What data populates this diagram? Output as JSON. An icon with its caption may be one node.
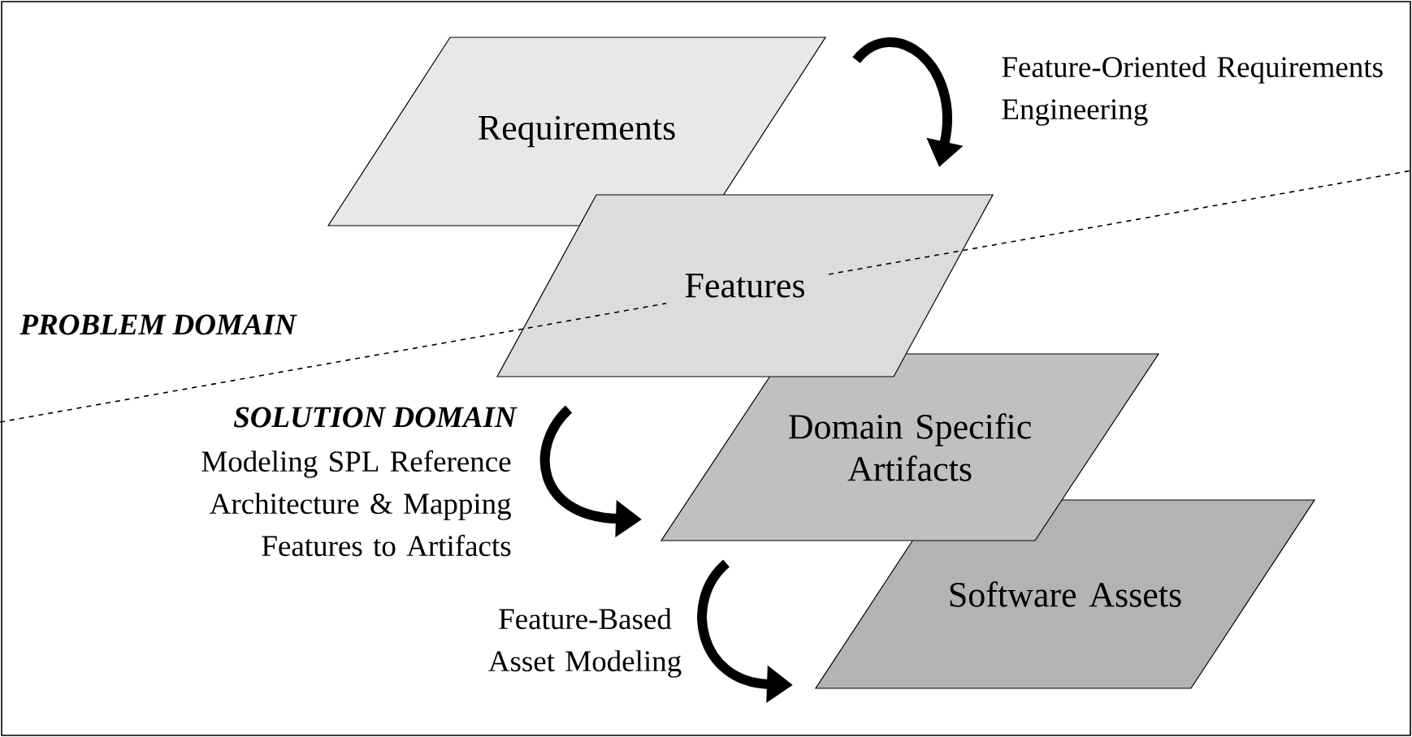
{
  "diagram": {
    "nodes": [
      {
        "text": [
          "Requirements"
        ]
      },
      {
        "text": [
          "Features"
        ]
      },
      {
        "text": [
          "Domain Specific Artifacts"
        ]
      },
      {
        "text": [
          "Software Assets"
        ]
      }
    ],
    "edges": [
      {
        "from": 0,
        "to": 1,
        "arrow": "to",
        "label": "Feature-Oriented Requirements Engineering"
      },
      {
        "from": 1,
        "to": 2,
        "arrow": "to",
        "label": "Modeling SPL Reference Architecture & Mapping Features to Artifacts"
      },
      {
        "from": 2,
        "to": 3,
        "arrow": "to",
        "label": "Feature-Based Asset Modeling"
      }
    ],
    "labels": [
      "PROBLEM DOMAIN",
      "SOLUTION DOMAIN"
    ]
  }
}
